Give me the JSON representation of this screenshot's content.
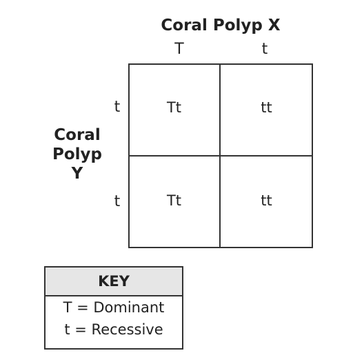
{
  "parent_x": {
    "label": "Coral Polyp X",
    "alleles": [
      "T",
      "t"
    ]
  },
  "parent_y": {
    "label_lines": [
      "Coral",
      "Polyp",
      "Y"
    ],
    "alleles": [
      "t",
      "t"
    ]
  },
  "punnett": {
    "cells": [
      [
        "Tt",
        "tt"
      ],
      [
        "Tt",
        "tt"
      ]
    ]
  },
  "key": {
    "title": "KEY",
    "entries": [
      "T = Dominant",
      "t = Recessive"
    ]
  }
}
